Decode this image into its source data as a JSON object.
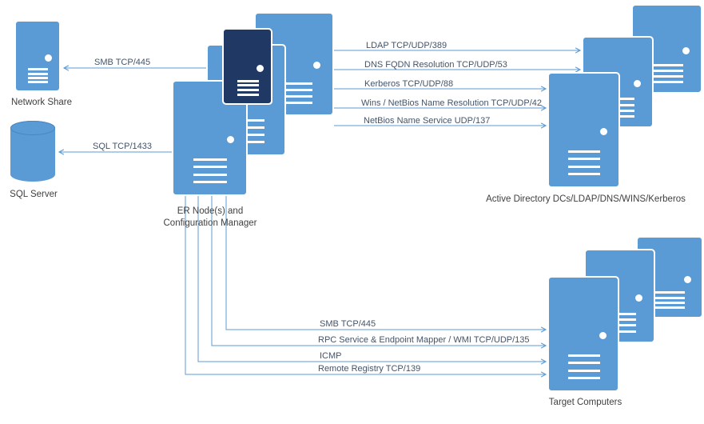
{
  "diagram": {
    "title": "",
    "nodes": {
      "network_share": {
        "label": "Network Share",
        "shape": "server"
      },
      "sql_server": {
        "label": "SQL Server",
        "shape": "database-cylinder"
      },
      "er_node": {
        "label": "ER Node(s) and\nConfiguration Manager",
        "shape": "server-cluster"
      },
      "active_directory": {
        "label": "Active Directory DCs/LDAP/DNS/WINS/Kerberos",
        "shape": "server-cluster"
      },
      "target_computers": {
        "label": "Target Computers",
        "shape": "server-cluster"
      }
    },
    "connectors": {
      "smb_left": {
        "label": "SMB TCP/445",
        "from": "er_node",
        "to": "network_share"
      },
      "sql": {
        "label": "SQL TCP/1433",
        "from": "er_node",
        "to": "sql_server"
      },
      "ldap": {
        "label": "LDAP TCP/UDP/389",
        "from": "er_node",
        "to": "active_directory"
      },
      "dns": {
        "label": "DNS FQDN Resolution TCP/UDP/53",
        "from": "er_node",
        "to": "active_directory"
      },
      "kerberos": {
        "label": "Kerberos TCP/UDP/88",
        "from": "er_node",
        "to": "active_directory"
      },
      "wins": {
        "label": "Wins / NetBios Name Resolution TCP/UDP/42",
        "from": "er_node",
        "to": "active_directory"
      },
      "netbios": {
        "label": "NetBios Name Service UDP/137",
        "from": "er_node",
        "to": "active_directory"
      },
      "smb_bottom": {
        "label": "SMB TCP/445",
        "from": "er_node",
        "to": "target_computers"
      },
      "rpc": {
        "label": "RPC Service & Endpoint Mapper / WMI TCP/UDP/135",
        "from": "er_node",
        "to": "target_computers"
      },
      "icmp": {
        "label": "ICMP",
        "from": "er_node",
        "to": "target_computers"
      },
      "remote_registry": {
        "label": "Remote Registry TCP/139",
        "from": "er_node",
        "to": "target_computers"
      }
    },
    "colors": {
      "node_fill": "#5B9BD5",
      "node_fill_dark": "#1F3864",
      "connector": "#5B9BD5",
      "connector_text": "#44546A",
      "node_text": "#404040",
      "background": "#FFFFFF"
    }
  }
}
